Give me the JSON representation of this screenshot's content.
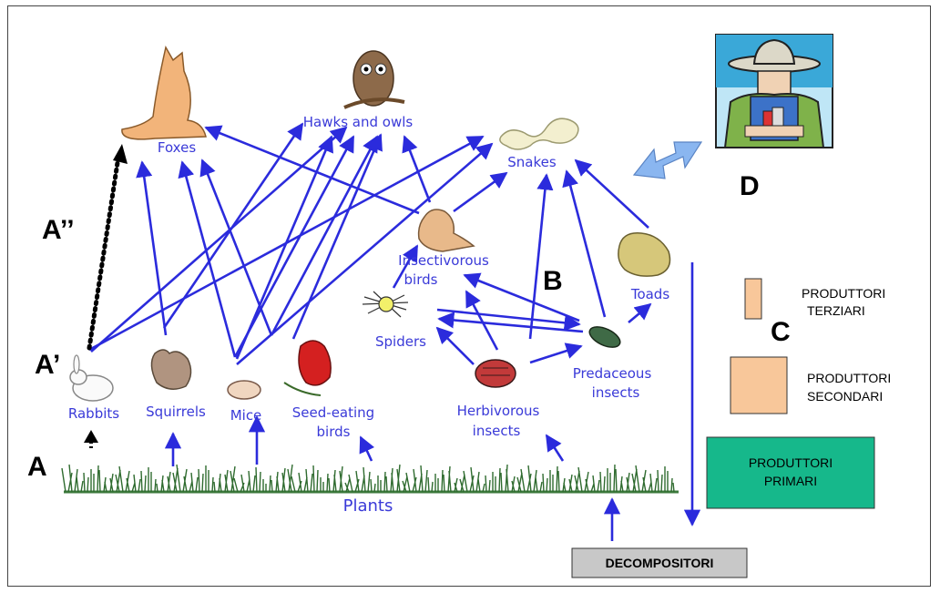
{
  "organisms": {
    "foxes": "Foxes",
    "hawks_owls": "Hawks and owls",
    "snakes": "Snakes",
    "insectivorous_1": "Insectivorous",
    "insectivorous_2": "birds",
    "toads": "Toads",
    "spiders": "Spiders",
    "predaceous_1": "Predaceous",
    "predaceous_2": "insects",
    "rabbits": "Rabbits",
    "squirrels": "Squirrels",
    "mice": "Mice",
    "seed_1": "Seed-eating",
    "seed_2": "birds",
    "herbivorous_1": "Herbivorous",
    "herbivorous_2": "insects",
    "plants": "Plants"
  },
  "markers": {
    "a": "A",
    "a_prime": "A’",
    "a_double": "A’’",
    "b": "B",
    "c": "C",
    "d": "D"
  },
  "levels": {
    "terziari_1": "PRODUTTORI",
    "terziari_2": "TERZIARI",
    "secondari_1": "PRODUTTORI",
    "secondari_2": "SECONDARI",
    "primari_1": "PRODUTTORI",
    "primari_2": "PRIMARI",
    "decompositori": "DECOMPOSITORI"
  },
  "colors": {
    "arrow": "#2b2bdc",
    "text": "#3a3ad8",
    "terziari_box": "#f8c79a",
    "secondari_box": "#f8c79a",
    "primari_box": "#16b88b",
    "decompositori_box": "#c8c8c8",
    "double_arrow": "#8ab6f0"
  }
}
